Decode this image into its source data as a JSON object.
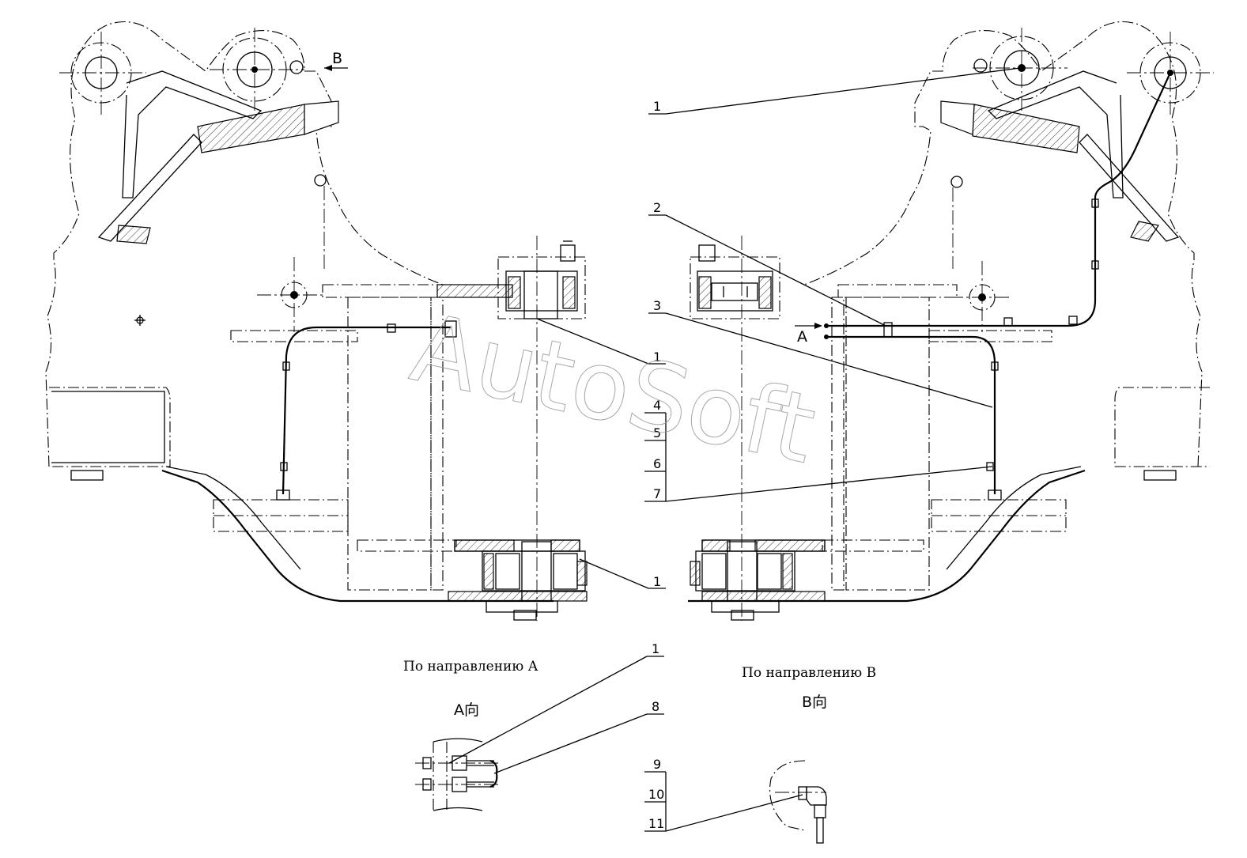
{
  "callouts": {
    "c1_top": "1",
    "c2": "2",
    "c3": "3",
    "c1_mid": "1",
    "c4": "4",
    "c5": "5",
    "c6": "6",
    "c7": "7",
    "c1_low": "1",
    "c1_bottom": "1",
    "c8": "8",
    "c9": "9",
    "c10": "10",
    "c11": "11"
  },
  "view_markers": {
    "arrow_b": "B",
    "arrow_a": "A"
  },
  "captions": {
    "view_a_ru": "По направлению А",
    "view_a_cn": "A向",
    "view_b_ru": "По направлению В",
    "view_b_cn": "B向"
  },
  "watermark": "AutoSoft",
  "colors": {
    "line": "#000000",
    "background": "#ffffff",
    "watermark": "#999999"
  }
}
